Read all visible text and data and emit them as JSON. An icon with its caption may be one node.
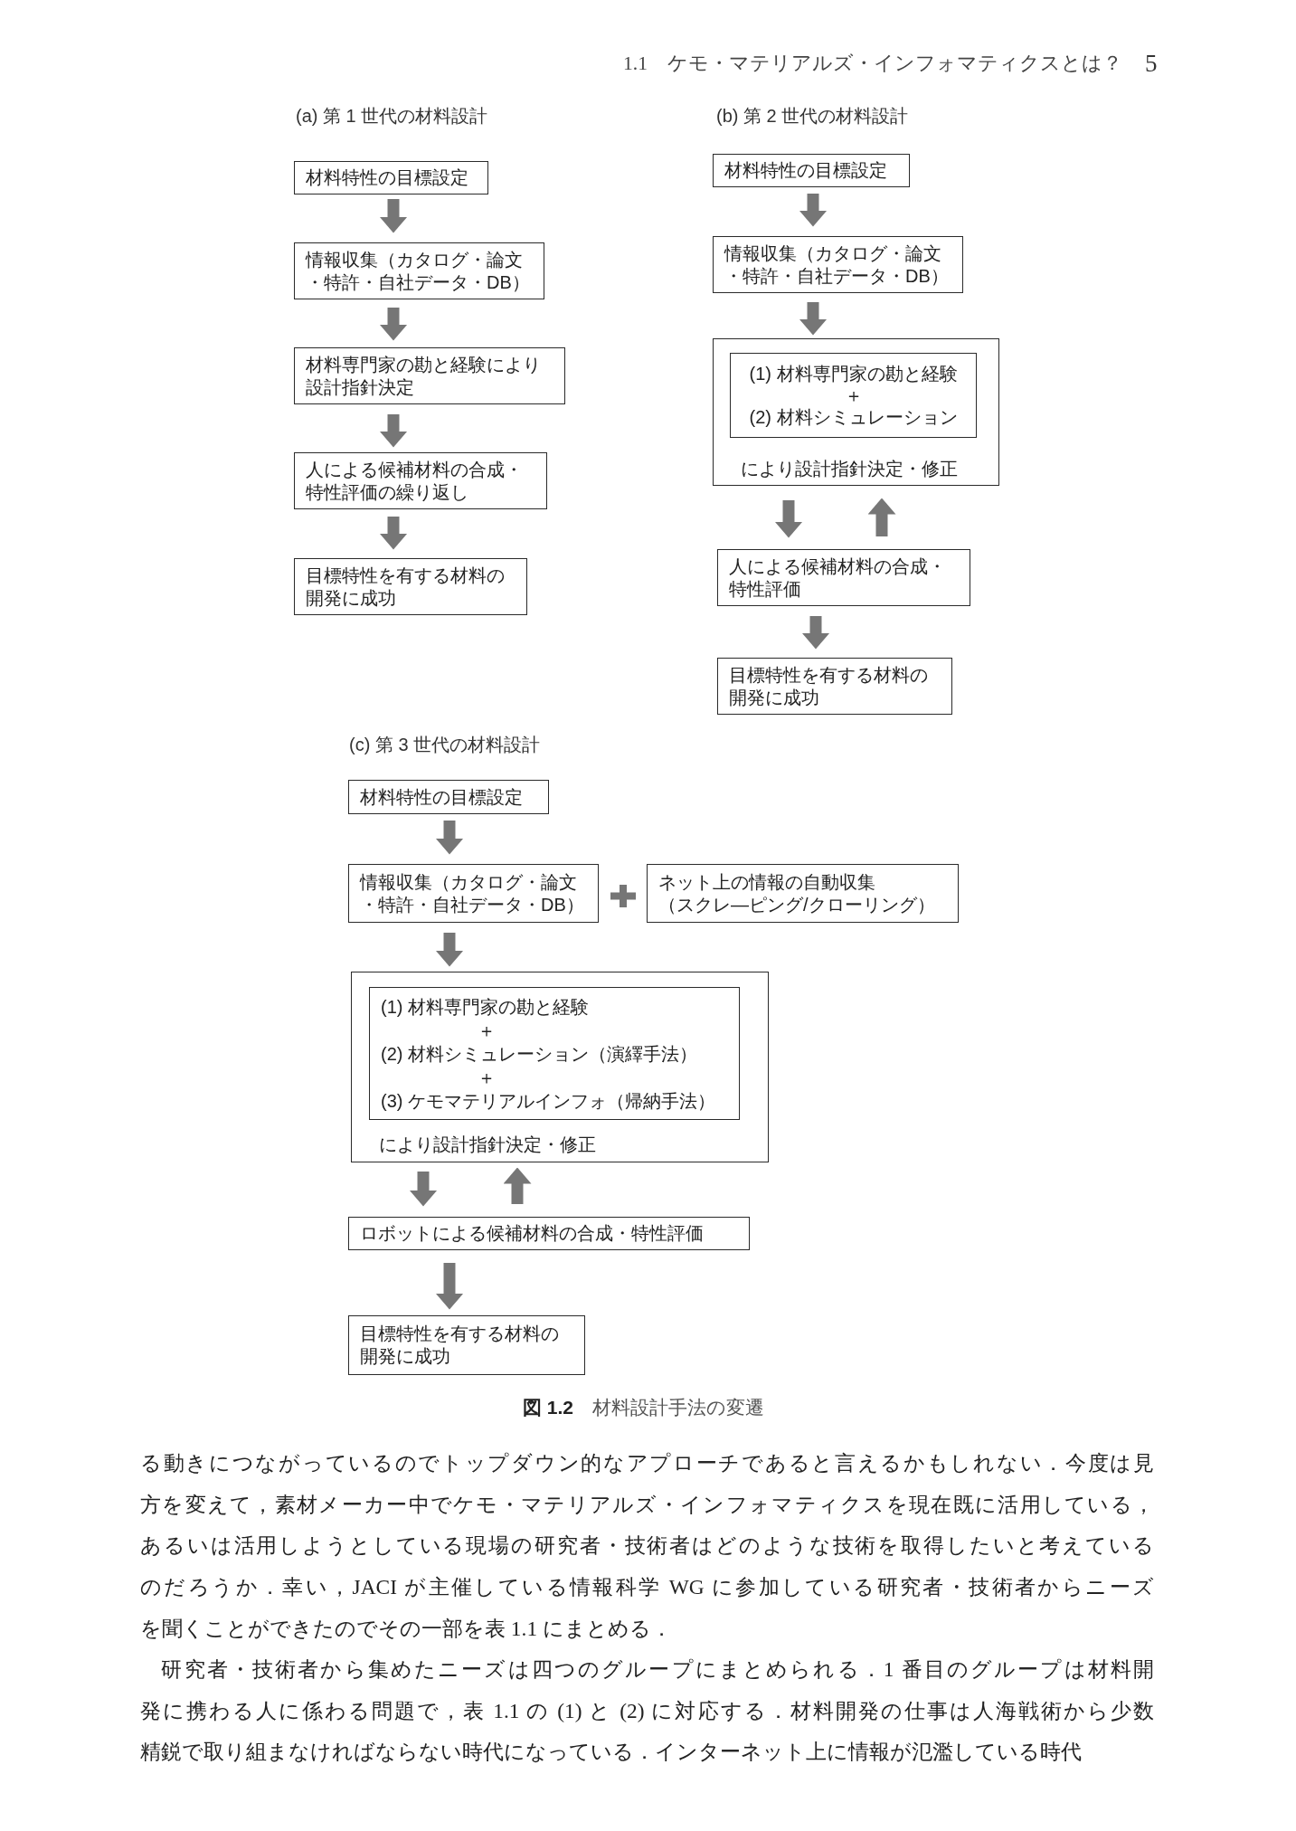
{
  "diagram": {
    "caption": "**図 1.2**　材料設計手法の変遷",
    "nodes": [
      {
        "text": [
          "材料特性の目標設定"
        ]
      },
      {
        "text": [
          "情報収集（カタログ・論文・特許・自社データ・DB）"
        ]
      },
      {
        "text": [
          "材料専門家の勘と経験により設計指針決定"
        ]
      },
      {
        "text": [
          "人による候補材料の合成・特性評価の繰り返し"
        ]
      },
      {
        "text": [
          "目標特性を有する材料の開発に成功"
        ]
      },
      {
        "text": [
          "材料特性の目標設定"
        ]
      },
      {
        "text": [
          "情報収集（カタログ・論文・特許・自社データ・DB）"
        ]
      },
      {
        "text": [
          "により設計指針決定・修正"
        ]
      },
      {
        "text": [
          "(1) 材料専門家の勘と経験",
          "＋",
          "(2) 材料シミュレーション"
        ],
        "in": 7
      },
      {
        "text": [
          "人による候補材料の合成・特性評価"
        ]
      },
      {
        "text": [
          "目標特性を有する材料の開発に成功"
        ]
      },
      {
        "text": [
          "材料特性の目標設定"
        ]
      },
      {
        "text": [
          "情報収集（カタログ・論文・特許・自社データ・DB）"
        ]
      },
      {
        "text": [
          "ネット上の情報の自動収集（スクレ—ピング/クローリング）"
        ]
      },
      {
        "text": [
          "により設計指針決定・修正"
        ]
      },
      {
        "text": [
          "(1) 材料専門家の勘と経験",
          "＋",
          "(2) 材料シミュレーション（演繹手法）",
          "＋",
          "(3) ケモマテリアルインフォ（帰納手法）"
        ],
        "in": 14
      },
      {
        "text": [
          "ロボットによる候補材料の合成・特性評価"
        ]
      },
      {
        "text": [
          "目標特性を有する材料の開発に成功"
        ]
      }
    ],
    "edges": [
      {
        "from": 0,
        "to": 1,
        "arrow": "to"
      },
      {
        "from": 1,
        "to": 2,
        "arrow": "to"
      },
      {
        "from": 2,
        "to": 3,
        "arrow": "to"
      },
      {
        "from": 3,
        "to": 4,
        "arrow": "to"
      },
      {
        "from": 5,
        "to": 6,
        "arrow": "to"
      },
      {
        "from": 6,
        "to": 7,
        "arrow": "to"
      },
      {
        "from": 7,
        "to": 9,
        "arrow": "to"
      },
      {
        "from": 9,
        "to": 7,
        "arrow": "to"
      },
      {
        "from": 9,
        "to": 10,
        "arrow": "to"
      },
      {
        "from": 11,
        "to": 12,
        "arrow": "to"
      },
      {
        "from": 12,
        "to": 14,
        "arrow": "to"
      },
      {
        "from": 14,
        "to": 16,
        "arrow": "to"
      },
      {
        "from": 16,
        "to": 14,
        "arrow": "to"
      },
      {
        "from": 16,
        "to": 17,
        "arrow": "to"
      }
    ],
    "labels": [
      "1.1　ケモ・マテリアルズ・インフォマティクスとは？",
      "5",
      "(a) 第 1 世代の材料設計",
      "(b) 第 2 世代の材料設計",
      "(c) 第 3 世代の材料設計",
      "る動きにつながっているのでトップダウン的なアプローチであると言えるかもしれない．今度は見方を変えて，素材メーカー中でケモ・マテリアルズ・インフォマティクスを現在既に活用している，あるいは活用しようとしている現場の研究者・技術者はどのような技術を取得したいと考えているのだろうか．幸い，JACI が主催している情報科学 WG に参加している研究者・技術者からニーズを聞くことができたのでその一部を表 1.1 にまとめる．",
      "研究者・技術者から集めたニーズは四つのグループにまとめられる．1 番目のグループは材料開発に携わる人に係わる問題で，表 1.1 の (1) と (2) に対応する．材料開発の仕事は人海戦術から少数精鋭で取り組まなければならない時代になっている．インターネット上に情報が氾濫している時代"
    ]
  }
}
